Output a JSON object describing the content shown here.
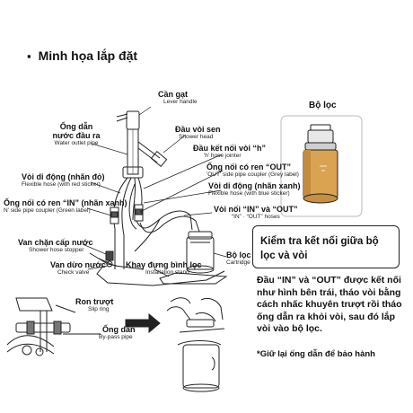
{
  "heading": {
    "bullet": "▪",
    "text": "Minh họa lắp đặt"
  },
  "labels": {
    "lever_vi": "Cần gạt",
    "lever_en": "Lever handle",
    "outlet_vi1": "Ống dẫn",
    "outlet_vi2": "nước đầu ra",
    "outlet_en": "Water outlet pipe",
    "shower_vi": "Đầu vòi sen",
    "shower_en": "Shower head",
    "hjoint_vi": "Đầu kết nối vòi “h”",
    "hjoint_en": "'h' hose jointer",
    "red_vi": "Vòi di động (nhãn đỏ)",
    "red_en": "Flexible hose (with red sticker)",
    "out_coupler_vi": "Ống nối có ren “OUT”",
    "out_coupler_en": "'OUT' side pipe coupler (Grey label)",
    "blue_vi": "Vòi di động (nhãn xanh)",
    "blue_en": "Flexible hose (with blue sticker)",
    "in_coupler_vi": "Ống nối có ren “IN” (nhãn xanh)",
    "in_coupler_en": "N' side pipe coupler (Green label)",
    "inout_vi": "Vòi nối “IN” và “OUT”",
    "inout_en": "“IN” · “OUT” hoses",
    "stopper_vi": "Van chặn cấp nước",
    "stopper_en": "Shower hose stopper",
    "check_vi": "Van dừo nước",
    "check_en": "Check valve",
    "stand_vi": "Khay đựng bình lọc",
    "stand_en": "Installation stand",
    "cart_vi": "Bộ lọc",
    "cart_en": "Cartridge",
    "slip_vi": "Ron trượt",
    "slip_en": "Slip ring",
    "bypass_vi": "Ống dẫn",
    "bypass_en": "By-pass pipe"
  },
  "filter_title": "Bộ lọc",
  "callout": "Kiểm tra kết nối giữa bộ lọc và vòi",
  "note": "Đầu “IN” và “OUT” được kết nối như hình bên trái, tháo vòi bằng cách nhấc khuyên trượt rồi tháo ống dẫn ra khỏi vòi, sau đó lắp vòi vào bộ lọc.",
  "footnote": "*Giữ lại ống dẫn để bảo hành"
}
